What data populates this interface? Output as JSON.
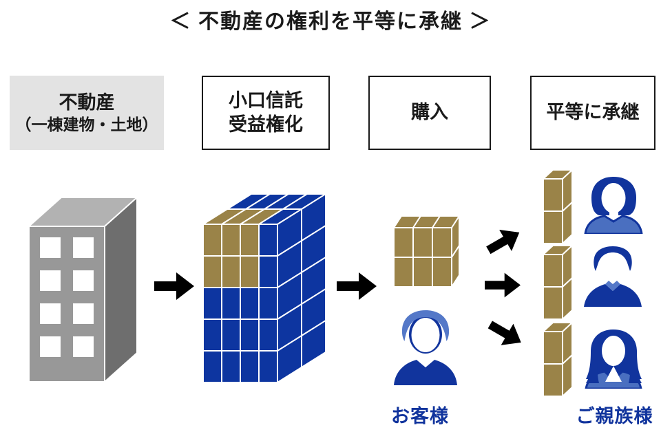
{
  "title": "＜ 不動産の権利を平等に承継 ＞",
  "steps": [
    {
      "line1": "不動産",
      "line2": "（一棟建物・土地）",
      "style": "gray"
    },
    {
      "line1": "小口信託",
      "line2": "受益権化",
      "style": "outlined"
    },
    {
      "line1": "購入",
      "line2": "",
      "style": "outlined"
    },
    {
      "line1": "平等に承継",
      "line2": "",
      "style": "outlined"
    }
  ],
  "labels": {
    "customer": "お客様",
    "relatives": "ご親族様"
  },
  "colors": {
    "blue": "#0d35a0",
    "gold": "#9a8348",
    "navy": "#11349d",
    "light_blue": "#5478c8",
    "shoulder_blue": "#4a6fc0",
    "box_gray": "#e3e3e3",
    "building_front": "#989898",
    "building_side": "#6e6e6e",
    "building_top": "#b2b2b2",
    "arrow_black": "#000000"
  },
  "blocks": {
    "trust_grid": {
      "cols": 4,
      "rows": 5,
      "cellW": 27,
      "cellH": 46,
      "depth": 2,
      "stepX": 35,
      "stepY": 22,
      "goldCols": 3,
      "goldRows": 2,
      "main": "blue",
      "accent": "gold"
    },
    "purchase_block": {
      "cols": 3,
      "rows": 2,
      "cellW": 28,
      "cellH": 43,
      "depth": 1,
      "stepX": 11,
      "stepY": 17,
      "goldCols": 3,
      "goldRows": 2,
      "main": "gold",
      "accent": "gold"
    },
    "stack": {
      "cols": 1,
      "rows": 2,
      "cellW": 28,
      "cellH": 47,
      "depth": 1,
      "stepX": 14,
      "stepY": 13,
      "goldCols": 1,
      "goldRows": 2,
      "main": "gold",
      "accent": "gold"
    }
  },
  "figures": {
    "building": "gray 3d office building with 8 windows",
    "trust_grid": "4x5 cube wall, top-left 3x2 gold units, rest blue",
    "purchase_block": "3x2 gold units purchased",
    "stacks": "three 1x2 gold unit stacks inherited equally",
    "people": [
      "woman-bob-hair",
      "man",
      "woman-long-hair"
    ]
  }
}
